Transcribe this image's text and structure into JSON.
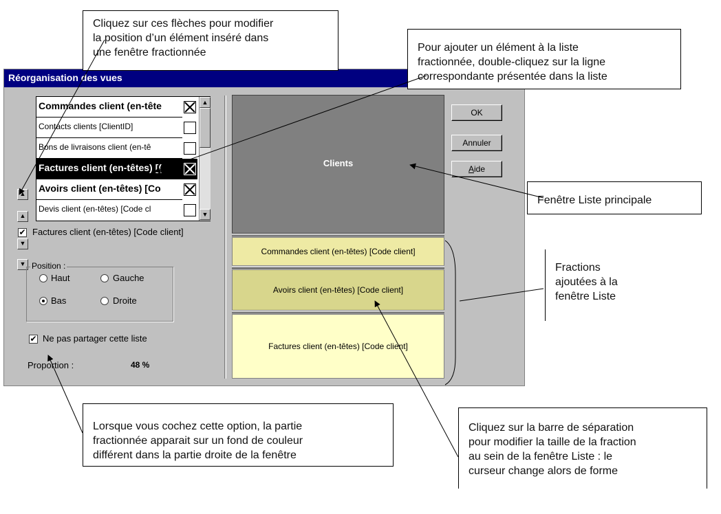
{
  "dialog": {
    "title": "Réorganisation des vues",
    "list_items": [
      {
        "label": "Commandes client (en-tête",
        "bold": true,
        "checked": true,
        "selected": false
      },
      {
        "label": "Contacts clients [ClientID]",
        "bold": false,
        "checked": false,
        "selected": false
      },
      {
        "label": "Bons de livraisons client (en-tê",
        "bold": false,
        "checked": false,
        "selected": false
      },
      {
        "label": "Factures client (en-têtes) [(",
        "bold": true,
        "checked": true,
        "selected": true
      },
      {
        "label": "Avoirs client (en-têtes) [Co",
        "bold": true,
        "checked": true,
        "selected": false
      },
      {
        "label": "Devis client (en-têtes) [Code cl",
        "bold": false,
        "checked": false,
        "selected": false
      }
    ],
    "selected_item_checkbox_label": "Factures client (en-têtes) [Code client]",
    "position_group_label": "Position :",
    "position_options": {
      "haut": "Haut",
      "gauche": "Gauche",
      "bas": "Bas",
      "droite": "Droite"
    },
    "position_selected": "Bas",
    "no_share_label": "Ne pas partager cette liste",
    "proportion_label": "Proportion :",
    "proportion_value": "48 %",
    "main_pane_label": "Clients",
    "panes": [
      "Commandes client (en-têtes) [Code client]",
      "Avoirs client (en-têtes) [Code client]",
      "Factures client (en-têtes) [Code client]"
    ],
    "buttons": {
      "ok": "OK",
      "cancel": "Annuler",
      "help": "Aide"
    }
  },
  "callouts": {
    "arrows": [
      "Cliquez sur ces flèches pour modifier",
      "la position d’un élément inséré dans",
      "une fenêtre fractionnée"
    ],
    "add_element": [
      "Pour ajouter un élément à la liste",
      "fractionnée, double-cliquez sur la ligne",
      "correspondante présentée dans la liste"
    ],
    "main_window": [
      "Fenêtre Liste principale"
    ],
    "fractions": [
      "Fractions",
      "ajoutées à la",
      "fenêtre Liste"
    ],
    "checkbox_option": [
      "Lorsque vous cochez cette option, la partie",
      "fractionnée apparait sur un fond de couleur",
      "différent dans la partie droite de la fenêtre"
    ],
    "splitter": [
      "Cliquez sur la barre de séparation",
      "pour modifier la taille de la fraction",
      "au sein de la fenêtre Liste : le",
      "curseur change alors de forme"
    ]
  },
  "colors": {
    "titlebar": "#000080",
    "dialog_bg": "#c0c0c0",
    "main_pane": "#808080",
    "pane1": "#eeeaa4",
    "pane2": "#d8d68c",
    "pane3": "#ffffc8"
  }
}
